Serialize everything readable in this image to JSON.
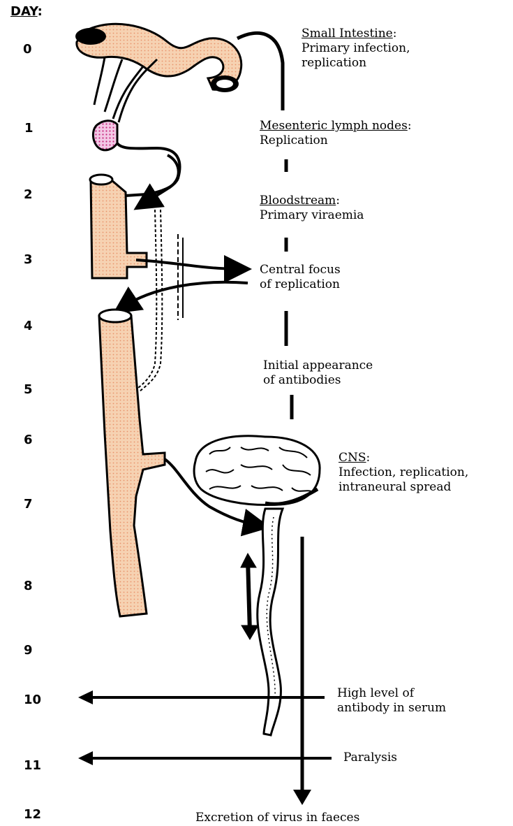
{
  "header": {
    "title": "DAY",
    "suffix": ":"
  },
  "days": [
    "0",
    "1",
    "2",
    "3",
    "4",
    "5",
    "6",
    "7",
    "8",
    "9",
    "10",
    "11",
    "12"
  ],
  "stages": {
    "small_intestine": {
      "title": "Small Intestine",
      "title_suffix": ":",
      "line1": "Primary infection,",
      "line2": "replication"
    },
    "lymph_nodes": {
      "title": "Mesenteric lymph nodes",
      "title_suffix": ":",
      "line1": "Replication"
    },
    "bloodstream": {
      "title": "Bloodstream",
      "title_suffix": ":",
      "line1": "Primary viraemia"
    },
    "central_focus": {
      "line1": "Central focus",
      "line2": "of replication"
    },
    "antibodies": {
      "line1": "Initial appearance",
      "line2": "of antibodies"
    },
    "cns": {
      "title": "CNS",
      "title_suffix": ":",
      "line1": "Infection, replication,",
      "line2": "intraneural spread"
    },
    "high_antibody": {
      "line1": "High level of",
      "line2": "antibody in serum"
    },
    "paralysis": {
      "line1": "Paralysis"
    },
    "excretion": {
      "line1": "Excretion of virus in faeces"
    }
  },
  "colors": {
    "ink": "#000000",
    "tissue_fill": "#f6d2b2",
    "tissue_dots": "#e8926a",
    "lymph_fill": "#e99ad0",
    "background": "#ffffff"
  }
}
